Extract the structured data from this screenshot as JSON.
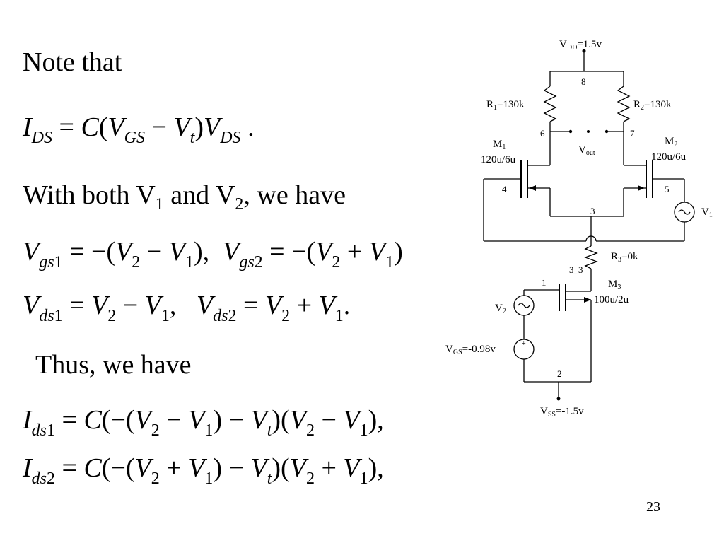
{
  "text": {
    "note_that": "Note that",
    "with_both_1": "With both V",
    "with_both_s1": "1",
    "with_both_2": " and V",
    "with_both_s2": "2",
    "with_both_3": ", we have",
    "thus": "Thus, we have"
  },
  "slide_number": "23",
  "circuit": {
    "vdd": "V",
    "vdd_sub": "DD",
    "vdd_val": "=1.5v",
    "node8": "8",
    "node6": "6",
    "node7": "7",
    "node4": "4",
    "node5": "5",
    "node3": "3",
    "node1": "1",
    "node2": "2",
    "node33": "3_3",
    "r1": "R",
    "r1_sub": "1",
    "r1_val": "=130k",
    "r2": "R",
    "r2_sub": "2",
    "r2_val": "=130k",
    "r3": "R",
    "r3_sub": "3",
    "r3_val": "=0k",
    "m1": "M",
    "m1_sub": "1",
    "m1_size": "120u/6u",
    "m2": "M",
    "m2_sub": "2",
    "m2_size": "120u/6u",
    "m3": "M",
    "m3_sub": "3",
    "m3_size": "100u/2u",
    "vout": "V",
    "vout_sub": "out",
    "v1": "V",
    "v1_sub": "1",
    "v2": "V",
    "v2_sub": "2",
    "vgs": "V",
    "vgs_sub": "GS",
    "vgs_val": "=-0.98v",
    "vss": "V",
    "vss_sub": "SS",
    "vss_val": "=-1.5v",
    "plus": "+",
    "minus": "−"
  }
}
